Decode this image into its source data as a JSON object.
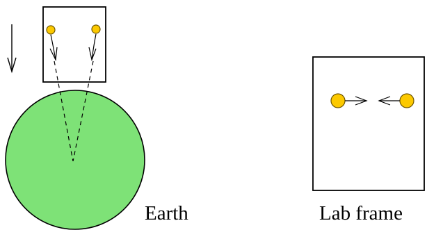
{
  "labels": {
    "earth": "Earth",
    "lab_frame": "Lab frame"
  },
  "colors": {
    "earth_fill": "#7ee277",
    "ball_fill": "#fcc900",
    "ball_stroke": "#6e5500",
    "line": "#000000",
    "background": "#ffffff"
  },
  "icons": {
    "gravity_arrow": "down-arrow-icon",
    "ball_velocity_arrows": "open-arrowhead"
  }
}
